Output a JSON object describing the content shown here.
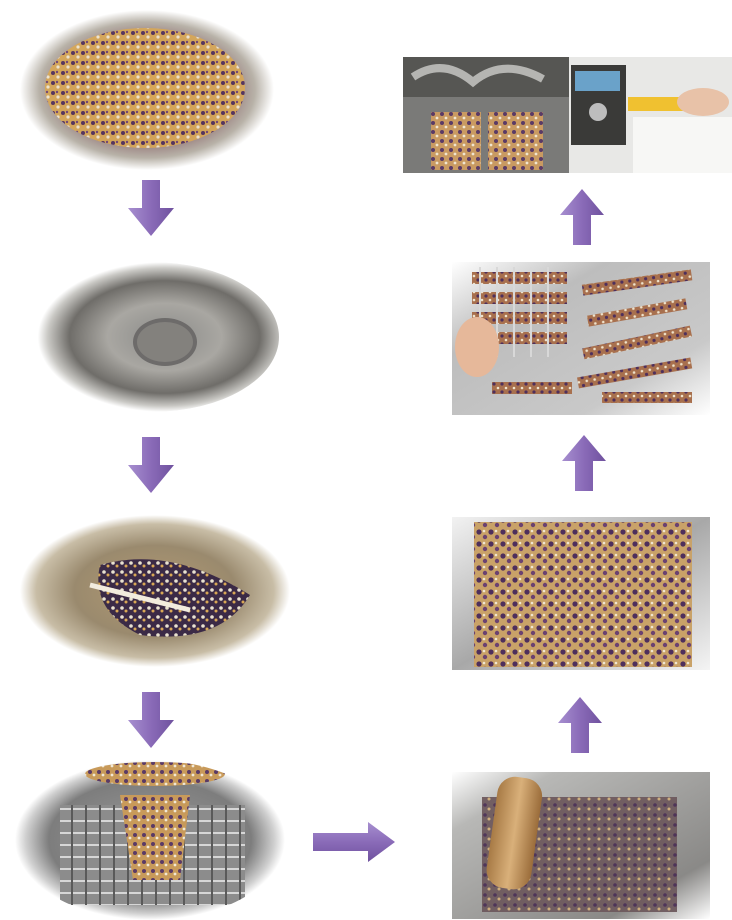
{
  "diagram": {
    "steps": [
      {
        "id": "mixed-ingredients",
        "icon": "mixed-ingredients-photo"
      },
      {
        "id": "heated-syrup-wok",
        "icon": "syrup-wok-photo"
      },
      {
        "id": "stirring-mixture",
        "icon": "stirring-mixture-photo"
      },
      {
        "id": "mixture-on-grid-tray",
        "icon": "grid-tray-photo"
      },
      {
        "id": "rolling-flat",
        "icon": "rolling-pin-photo"
      },
      {
        "id": "flattened-slab",
        "icon": "flattened-slab-photo"
      },
      {
        "id": "cut-bars",
        "icon": "cut-bars-photo"
      },
      {
        "id": "packaging-sealing",
        "icon": "packaging-photo"
      }
    ],
    "arrow_color": "#8a6bb8",
    "colors": {
      "bar_purple": "#5a3a66",
      "bar_gold": "#d9a855",
      "steel": "#9a9a9a"
    }
  }
}
